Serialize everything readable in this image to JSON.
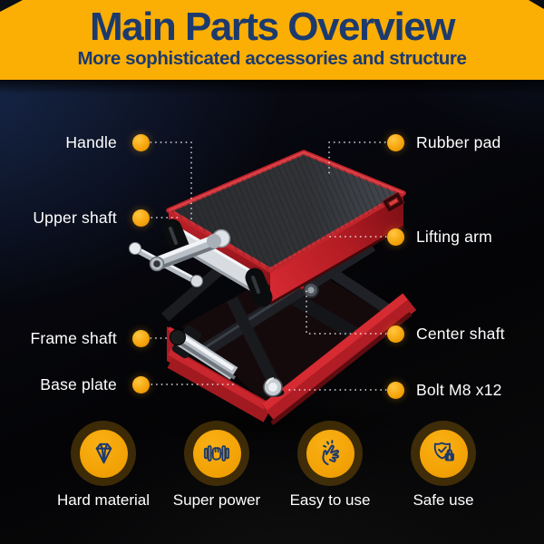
{
  "header": {
    "title": "Main Parts Overview",
    "subtitle": "More sophisticated accessories and structure"
  },
  "parts": {
    "left": [
      {
        "label": "Handle"
      },
      {
        "label": "Upper shaft"
      },
      {
        "label": "Frame shaft"
      },
      {
        "label": "Base plate"
      }
    ],
    "right": [
      {
        "label": "Rubber pad"
      },
      {
        "label": "Lifting arm"
      },
      {
        "label": "Center shaft"
      },
      {
        "label": "Bolt M8 x12"
      }
    ]
  },
  "features": [
    {
      "icon": "diamond-icon",
      "label": "Hard material"
    },
    {
      "icon": "dumbbell-fist-icon",
      "label": "Super power"
    },
    {
      "icon": "snap-fingers-icon",
      "label": "Easy to use"
    },
    {
      "icon": "shield-lock-icon",
      "label": "Safe use"
    }
  ],
  "colors": {
    "banner_yellow": "#FBAE03",
    "navy_text": "#1C3A6E",
    "accent_orange": "#F5A40B",
    "jack_red": "#C2232A",
    "label_white": "#FFFFFF",
    "background_dark": "#06070A"
  }
}
